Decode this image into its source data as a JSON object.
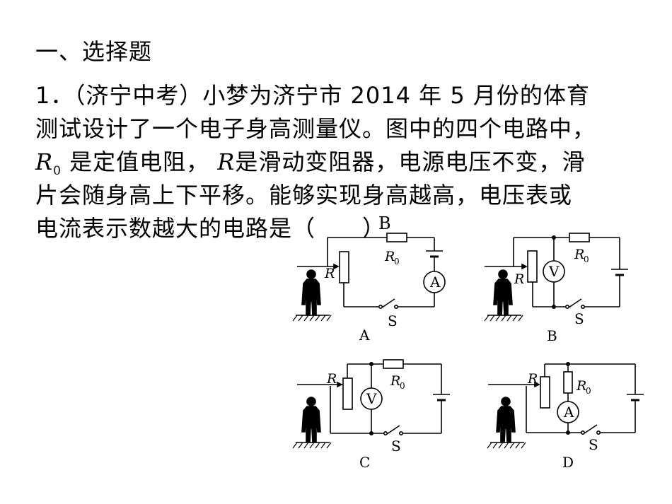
{
  "heading": "一、选择题",
  "question": {
    "line1": "1．（济宁中考）小梦为济宁市 2014 年 5 月份的体育",
    "line2": "测试设计了一个电子身高测量仪。图中的四个电路中，",
    "line3_r0": "R",
    "line3_r0_sub": "0",
    "line3_a": " 是定值电阻，",
    "line3_r": "R",
    "line3_b": "是滑动变阻器，电源电压不变，滑",
    "line4": "片会随身高上下平移。能够实现身高越高，电压表或",
    "line5": "电流表示数越大的电路是（　　）",
    "answer": "B"
  },
  "figure": {
    "R": "R",
    "R0": "R",
    "R0_sub": "0",
    "ammeter": "A",
    "voltmeter": "V",
    "switch": "S",
    "captions": [
      "A",
      "B",
      "C",
      "D"
    ]
  }
}
